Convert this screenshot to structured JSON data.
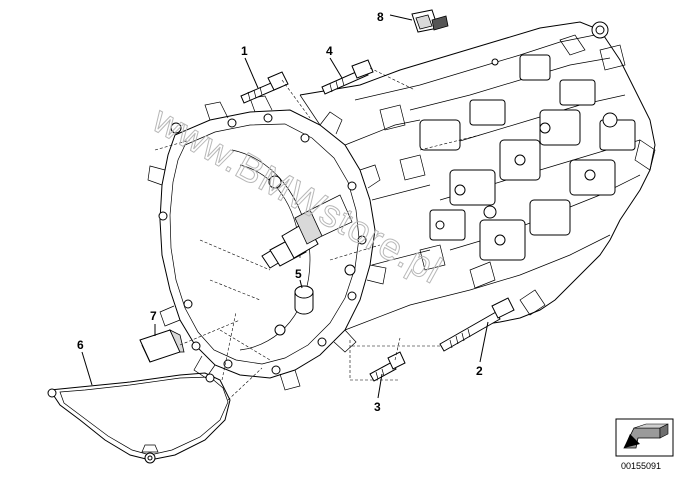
{
  "callouts": [
    {
      "id": "1",
      "label": "1"
    },
    {
      "id": "2",
      "label": "2"
    },
    {
      "id": "3",
      "label": "3"
    },
    {
      "id": "4",
      "label": "4"
    },
    {
      "id": "5",
      "label": "5"
    },
    {
      "id": "6",
      "label": "6"
    },
    {
      "id": "7",
      "label": "7"
    },
    {
      "id": "8",
      "label": "8"
    }
  ],
  "watermark": "www.BMWstore.pl",
  "reference_number": "00155091"
}
